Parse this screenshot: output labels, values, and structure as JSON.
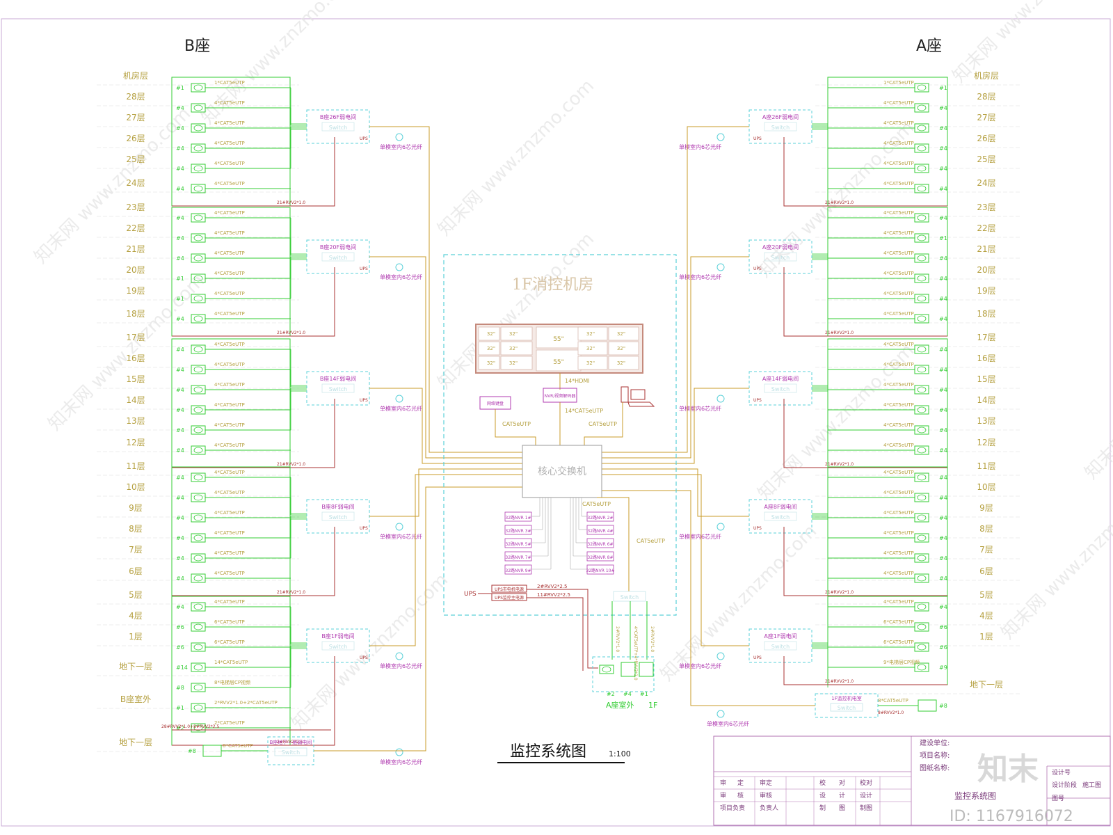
{
  "titles": {
    "b_tower": "B座",
    "a_tower": "A座",
    "room": "1F消控机房",
    "drawing": "监控系统图",
    "scale": "1:100"
  },
  "floors": {
    "b": [
      "机房层",
      "28层",
      "27层",
      "26层",
      "25层",
      "24层",
      "23层",
      "22层",
      "21层",
      "20层",
      "19层",
      "18层",
      "17层",
      "16层",
      "15层",
      "14层",
      "13层",
      "12层",
      "11层",
      "10层",
      "9层",
      "8层",
      "7层",
      "6层",
      "5层",
      "4层",
      "1层",
      "地下一层",
      "B座室外",
      "地下一层"
    ],
    "a": [
      "机房层",
      "28层",
      "27层",
      "26层",
      "25层",
      "24层",
      "23层",
      "22层",
      "21层",
      "20层",
      "19层",
      "18层",
      "17层",
      "16层",
      "15层",
      "14层",
      "13层",
      "12层",
      "11层",
      "10层",
      "9层",
      "8层",
      "7层",
      "6层",
      "5层",
      "4层",
      "1层",
      "地下一层"
    ]
  },
  "groups": {
    "b": [
      {
        "rows": [
          {
            "n": "#1",
            "c": "1*CAT5eUTP"
          },
          {
            "n": "#4",
            "c": "4*CAT5eUTP"
          },
          {
            "n": "#4",
            "c": "4*CAT5eUTP"
          },
          {
            "n": "#4",
            "c": "4*CAT5eUTP"
          },
          {
            "n": "#4",
            "c": "4*CAT5eUTP"
          },
          {
            "n": "#4",
            "c": "4*CAT5eUTP"
          }
        ],
        "closet": "B座26F弱电间",
        "power": "21#RVV2*1.0"
      },
      {
        "rows": [
          {
            "n": "#4",
            "c": "4*CAT5eUTP"
          },
          {
            "n": "#4",
            "c": "4*CAT5eUTP"
          },
          {
            "n": "#4",
            "c": "4*CAT5eUTP"
          },
          {
            "n": "#1",
            "c": "4*CAT5eUTP"
          },
          {
            "n": "#1",
            "c": "4*CAT5eUTP"
          },
          {
            "n": "#4",
            "c": "4*CAT5eUTP"
          }
        ],
        "closet": "B座20F弱电间",
        "power": "21#RVV2*1.0"
      },
      {
        "rows": [
          {
            "n": "#4",
            "c": "4*CAT5eUTP"
          },
          {
            "n": "#4",
            "c": "4*CAT5eUTP"
          },
          {
            "n": "#4",
            "c": "4*CAT5eUTP"
          },
          {
            "n": "#4",
            "c": "4*CAT5eUTP"
          },
          {
            "n": "#4",
            "c": "4*CAT5eUTP"
          },
          {
            "n": "#4",
            "c": "4*CAT5eUTP"
          }
        ],
        "closet": "B座14F弱电间",
        "power": "21#RVV2*1.0"
      },
      {
        "rows": [
          {
            "n": "#4",
            "c": "4*CAT5eUTP"
          },
          {
            "n": "#4",
            "c": "4*CAT5eUTP"
          },
          {
            "n": "#4",
            "c": "4*CAT5eUTP"
          },
          {
            "n": "#4",
            "c": "4*CAT5eUTP"
          },
          {
            "n": "#4",
            "c": "4*CAT5eUTP"
          },
          {
            "n": "#4",
            "c": "4*CAT5eUTP"
          }
        ],
        "closet": "B座8F弱电间",
        "power": "21#RVV2*1.0"
      },
      {
        "rows": [
          {
            "n": "#4",
            "c": "4*CAT5eUTP"
          },
          {
            "n": "#6",
            "c": "6*CAT5eUTP"
          },
          {
            "n": "#6",
            "c": "6*CAT5eUTP"
          },
          {
            "n": "#14",
            "c": "14*CAT5eUTP"
          },
          {
            "n": "#8",
            "c": "8*电梯层CP视频"
          },
          {
            "n": "#1",
            "c": "2*RVV2*1.0+2*CAT5eUTP"
          },
          {
            "n": "#2",
            "c": "2*CAT5eUTP"
          }
        ],
        "closet": "B座1F弱电间",
        "power": "2#RVV2*2.5"
      }
    ],
    "a": [
      {
        "rows": [
          {
            "n": "#1",
            "c": "1*CAT5eUTP"
          },
          {
            "n": "#4",
            "c": "4*CAT5eUTP"
          },
          {
            "n": "#4",
            "c": "4*CAT5eUTP"
          },
          {
            "n": "#4",
            "c": "4*CAT5eUTP"
          },
          {
            "n": "#4",
            "c": "4*CAT5eUTP"
          },
          {
            "n": "#4",
            "c": "4*CAT5eUTP"
          }
        ],
        "closet": "A座26F弱电间",
        "power": "21#RVV2*1.0"
      },
      {
        "rows": [
          {
            "n": "#4",
            "c": "4*CAT5eUTP"
          },
          {
            "n": "#1",
            "c": "4*CAT5eUTP"
          },
          {
            "n": "#4",
            "c": "4*CAT5eUTP"
          },
          {
            "n": "#4",
            "c": "4*CAT5eUTP"
          },
          {
            "n": "#4",
            "c": "4*CAT5eUTP"
          },
          {
            "n": "#4",
            "c": "4*CAT5eUTP"
          }
        ],
        "closet": "A座20F弱电间",
        "power": "21#RVV2*1.0"
      },
      {
        "rows": [
          {
            "n": "#4",
            "c": "4*CAT5eUTP"
          },
          {
            "n": "#4",
            "c": "4*CAT5eUTP"
          },
          {
            "n": "#4",
            "c": "4*CAT5eUTP"
          },
          {
            "n": "#4",
            "c": "4*CAT5eUTP"
          },
          {
            "n": "#4",
            "c": "4*CAT5eUTP"
          },
          {
            "n": "#4",
            "c": "4*CAT5eUTP"
          }
        ],
        "closet": "A座14F弱电间",
        "power": "21#RVV2*1.0"
      },
      {
        "rows": [
          {
            "n": "#4",
            "c": "4*CAT5eUTP"
          },
          {
            "n": "#4",
            "c": "4*CAT5eUTP"
          },
          {
            "n": "#4",
            "c": "4*CAT5eUTP"
          },
          {
            "n": "#4",
            "c": "4*CAT5eUTP"
          },
          {
            "n": "#4",
            "c": "4*CAT5eUTP"
          },
          {
            "n": "#4",
            "c": "4*CAT5eUTP"
          }
        ],
        "closet": "A座8F弱电间",
        "power": "21#RVV2*1.0"
      },
      {
        "rows": [
          {
            "n": "#4",
            "c": "4*CAT5eUTP"
          },
          {
            "n": "#6",
            "c": "6*CAT5eUTP"
          },
          {
            "n": "#6",
            "c": "6*CAT5eUTP"
          },
          {
            "n": "#9",
            "c": "9*电梯层CP视频"
          }
        ],
        "closet": "A座1F弱电间",
        "power": "21#RVV2*1.0"
      }
    ]
  },
  "labels": {
    "switch": "Switch",
    "fiber": "单模室内6芯光纤",
    "ups": "UPS",
    "b_power_bus": "28#RVV2*1.0+8#RVV2*2.5",
    "b_basement_cable": "8*CAT5eUTP",
    "b_basement_num": "#8",
    "b_basement_closet": "B座地下一层弱电间",
    "a_basement_closet": "1F监控机电室",
    "a_basement_cable": "8*CAT5eUTP",
    "a_basement_num": "#8",
    "a_basement_power": "8#RVV2*1.0"
  },
  "room": {
    "wall": [
      [
        "32\"",
        "32\"",
        "55\"",
        "32\"",
        "32\""
      ],
      [
        "32\"",
        "32\"",
        "55\"",
        "32\"",
        "32\""
      ],
      [
        "32\"",
        "32\"",
        "",
        "32\"",
        "32\""
      ]
    ],
    "hdmi": "14*HDMI",
    "decoder": "NVR/视频解码器",
    "cat5e_14": "14*CAT5eUTP",
    "cat5e": "CAT5eUTP",
    "cat5e_right": "CAT5eUTP",
    "cat5e_down": "CAT5eUTP",
    "client": "网络键盘",
    "core": "核心交换机",
    "nvr_left": [
      "32路NVR 1#",
      "32路NVR 3#",
      "32路NVR 5#",
      "32路NVR 7#",
      "32路NVR 9#"
    ],
    "nvr_right": [
      "32路NVR 2#",
      "32路NVR 4#",
      "32路NVR 6#",
      "32路NVR 8#",
      "32路NVR 10#"
    ],
    "ups_box1": "UPS市电机电源",
    "ups_box2": "UPS监控主电源",
    "ups_cable1": "2#RVV2*2.5",
    "ups_cable2": "11#RVV2*2.5",
    "outdoor_switch": "Switch",
    "outdoor_cables": [
      "2#RVV2*1.0",
      "4*CAT5eUTP+4*RVV2*1.0",
      "2#RVV2*1.0"
    ],
    "outdoor_nums": [
      "#2",
      "#4",
      "#1"
    ],
    "a_outdoor": "A座室外",
    "f1": "1F",
    "cat5e_vertical": "CAT5eUTP"
  },
  "title_block": {
    "builder": "建设单位:",
    "project": "项目名称:",
    "drawing_name": "图纸名称:",
    "drawing_value": "监控系统图",
    "rows": [
      [
        "审",
        "定",
        "审定",
        "校",
        "对",
        "校对"
      ],
      [
        "审",
        "核",
        "审核",
        "设",
        "计",
        "设计"
      ],
      [
        "项目负责",
        "",
        "负责人",
        "制",
        "图",
        "制图"
      ]
    ],
    "design_no": "设计号",
    "stage": "设计阶段",
    "stage_value": "施工图",
    "sheet_no": "图号"
  },
  "brand": {
    "logo": "知末",
    "id": "ID: 1167916072",
    "watermark": "知末网 www.znzmo.com"
  },
  "colors": {
    "green": "#33cc33",
    "yellow": "#d4a017",
    "red": "#a83232",
    "magenta": "#b03bb0",
    "cyan": "#5ad0d8",
    "gold": "#c89b2a",
    "label": "#b5a040",
    "pink": "#d29fb4"
  }
}
